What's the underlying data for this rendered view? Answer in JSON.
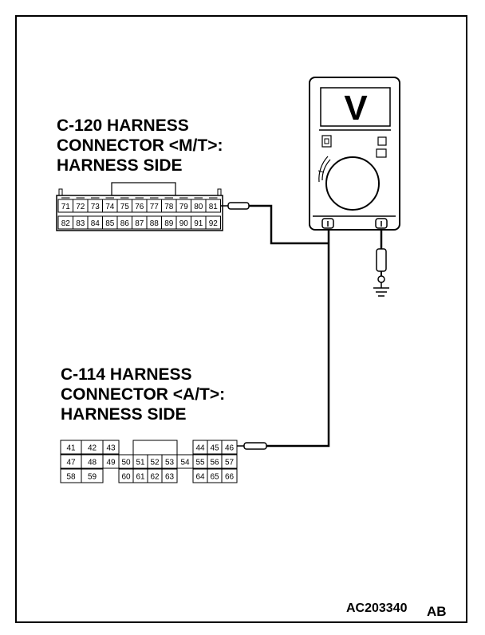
{
  "c120": {
    "title_lines": [
      "C-120 HARNESS",
      "CONNECTOR <M/T>:",
      "HARNESS SIDE"
    ],
    "row1": [
      "71",
      "72",
      "73",
      "74",
      "75",
      "76",
      "77",
      "78",
      "79",
      "80",
      "81"
    ],
    "row2": [
      "82",
      "83",
      "84",
      "85",
      "86",
      "87",
      "88",
      "89",
      "90",
      "91",
      "92"
    ]
  },
  "c114": {
    "title_lines": [
      "C-114 HARNESS",
      "CONNECTOR <A/T>:",
      "HARNESS SIDE"
    ],
    "row1": [
      "41",
      "42",
      "43",
      "",
      "",
      "",
      "",
      "",
      "44",
      "45",
      "46"
    ],
    "row2": [
      "47",
      "48",
      "49",
      "50",
      "51",
      "52",
      "53",
      "54",
      "55",
      "56",
      "57"
    ],
    "row3": [
      "58",
      "59",
      "",
      "60",
      "61",
      "62",
      "63",
      "",
      "64",
      "65",
      "66"
    ]
  },
  "meter": {
    "display_symbol": "V"
  },
  "footer": {
    "code": "AC203340",
    "suffix": "AB"
  }
}
